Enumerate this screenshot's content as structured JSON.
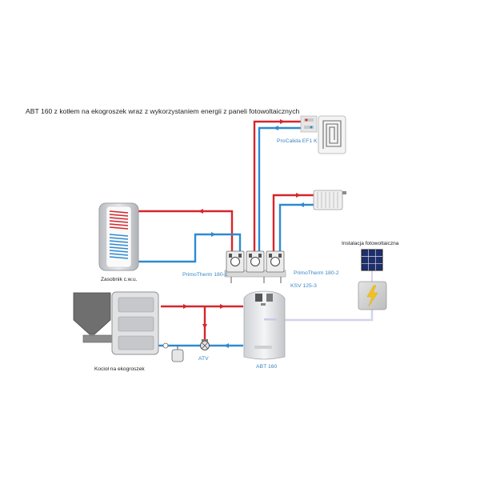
{
  "title": "ABT 160 z kotłem na ekogroszek wraz z wykorzystaniem energii z paneli fotowoltaicznych",
  "labels": {
    "floor_heating": "ProCalida EF1 K",
    "tank": "Zasobnik c.w.u.",
    "module_1": "PrimoTherm 180-1",
    "module_2": "PrimoTherm 180-2",
    "valve_group": "KSV 125-3",
    "pv": "Instalacja fotowoltaiczna",
    "boiler": "Kocioł na ekogroszek",
    "atv": "ATV",
    "abt": "ABT 160"
  },
  "colors": {
    "supply": "#d6252b",
    "return": "#2f8ad0",
    "electric": "#c9c9e8",
    "label_blue": "#3a86c4"
  },
  "icons": {
    "pv_panel": "solar-panel-icon",
    "inverter": "lightning-bolt-icon",
    "radiator": "radiator-icon",
    "floor": "floor-heating-coil-icon"
  }
}
